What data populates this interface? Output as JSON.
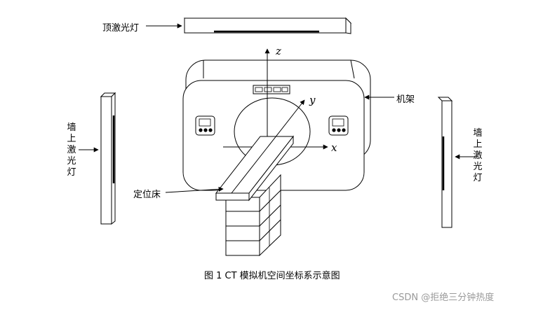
{
  "labels": {
    "top_laser": "顶激光灯",
    "left_wall_laser": "墙上激光灯",
    "right_wall_laser": "墙上激光灯",
    "gantry": "机架",
    "couch": "定位床"
  },
  "axes": {
    "x": "x",
    "y": "y",
    "z": "z"
  },
  "caption": "图 1   CT 模拟机空间坐标系示意图",
  "watermark": "CSDN @拒绝三分钟热度"
}
